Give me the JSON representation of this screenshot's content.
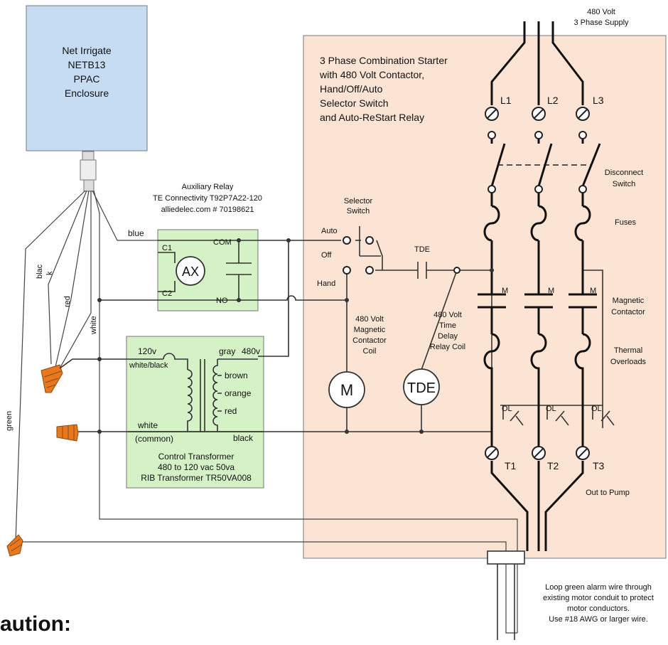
{
  "colors": {
    "enclosure_fill": "#c6dcf2",
    "starter_fill": "#fbe4d3",
    "green_box_fill": "#d5f2c7",
    "wire_nut": "#e8781e",
    "caution": "#e01818"
  },
  "supply": {
    "line1": "480 Volt",
    "line2": "3 Phase Supply"
  },
  "enclosure": {
    "line1": "Net Irrigate",
    "line2": "NETB13",
    "line3": "PPAC",
    "line4": "Enclosure"
  },
  "starter": {
    "line1": "3 Phase Combination Starter",
    "line2": "with 480 Volt Contactor,",
    "line3": "Hand/Off/Auto",
    "line4": "Selector Switch",
    "line5": "and Auto-ReStart Relay"
  },
  "terminals": {
    "l1": "L1",
    "l2": "L2",
    "l3": "L3",
    "t1": "T1",
    "t2": "T2",
    "t3": "T3"
  },
  "disconnect": {
    "line1": "Disconnect",
    "line2": "Switch"
  },
  "fuses": "Fuses",
  "magnetic_contactor": {
    "line1": "Magnetic",
    "line2": "Contactor",
    "contact": "M"
  },
  "thermal_overloads": {
    "line1": "Thermal",
    "line2": "Overloads",
    "contact": "OL"
  },
  "out_to_pump": "Out to Pump",
  "aux_relay": {
    "line1": "Auxiliary Relay",
    "line2": "TE Connectivity T92P7A22-120",
    "line3": "alliedelec.com  # 70198621",
    "c1": "C1",
    "c2": "C2",
    "coil": "AX",
    "com": "COM",
    "no": "NO"
  },
  "selector": {
    "line1": "Selector",
    "line2": "Switch",
    "auto": "Auto",
    "off": "Off",
    "hand": "Hand"
  },
  "tde_contact": "TDE",
  "contactor_coil": {
    "line1": "480 Volt",
    "line2": "Magnetic",
    "line3": "Contactor",
    "line4": "Coil",
    "symbol": "M"
  },
  "tde_coil": {
    "line1": "480 Volt",
    "line2": "Time",
    "line3": "Delay",
    "line4": "Relay Coil",
    "symbol": "TDE"
  },
  "transformer": {
    "v120": "120v",
    "white_black": "white/black",
    "gray": "gray",
    "v480": "480v",
    "brown": "brown",
    "orange": "orange",
    "red": "red",
    "white": "white",
    "common": "(common)",
    "black": "black",
    "title": "Control Transformer",
    "spec": "480 to 120 vac  50va",
    "model": "RIB Transformer  TR50VA008"
  },
  "wires": {
    "blue": "blue",
    "blac": "blac",
    "k": "k",
    "red": "red",
    "white": "white",
    "green": "green"
  },
  "loop_note": {
    "line1": "Loop green alarm wire through",
    "line2": "existing motor conduit to protect",
    "line3": "motor conductors.",
    "line4": "Use #18 AWG or larger wire."
  },
  "caution": {
    "title": "aution:"
  }
}
